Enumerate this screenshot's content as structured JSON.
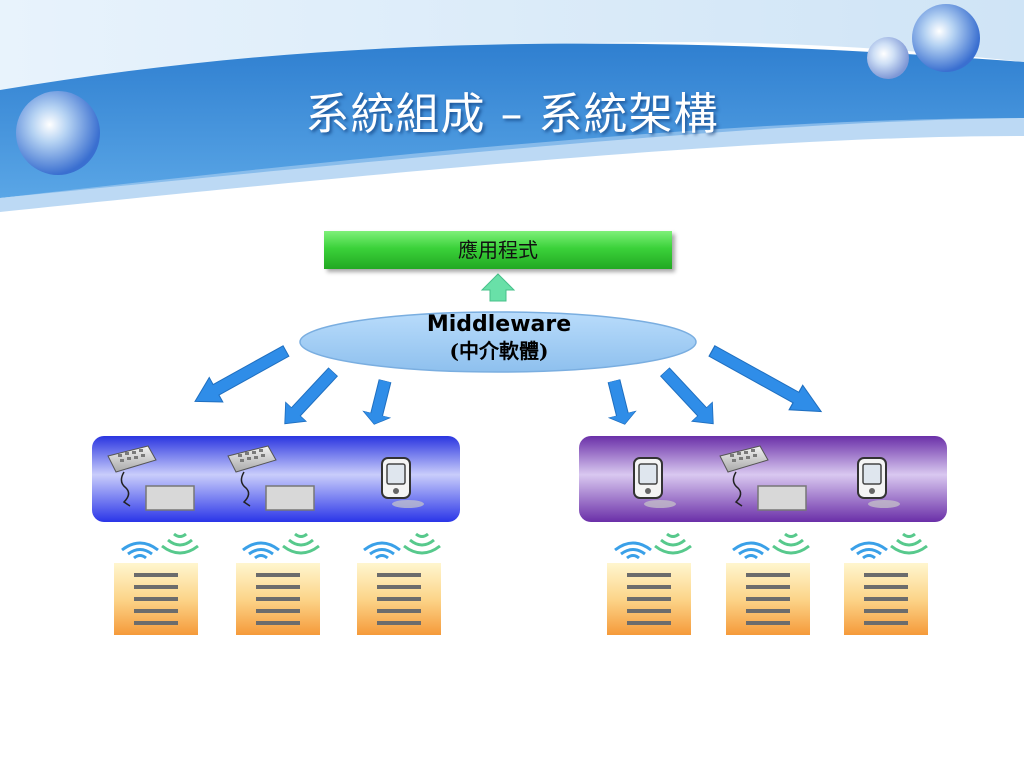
{
  "title": "系統組成 – 系統架構",
  "application_box": {
    "label": "應用程式"
  },
  "middleware": {
    "line1": "Middleware",
    "line2": "(中介軟體)"
  },
  "groups": [
    {
      "name": "left-group",
      "devices": [
        "rfid-reader-icon",
        "rfid-reader-icon",
        "pda-icon"
      ]
    },
    {
      "name": "right-group",
      "devices": [
        "pda-icon",
        "rfid-reader-icon",
        "pda-icon"
      ]
    }
  ],
  "tag_count": 6,
  "colors": {
    "header_blue": "#4f97d8",
    "app_green": "#3bd23a",
    "middleware_blue": "#9cc8f0",
    "arrow_blue": "#2f8de8",
    "left_bar": "#3a4df2",
    "right_bar": "#7a45b8",
    "tag_orange": "#f7a94a"
  }
}
